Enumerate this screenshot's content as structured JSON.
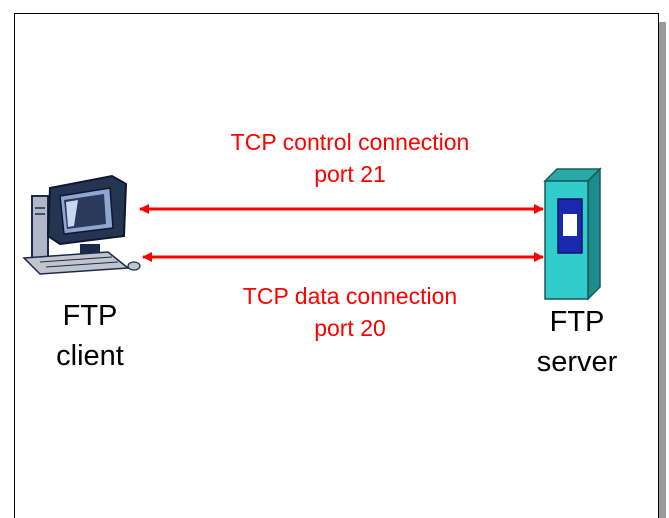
{
  "diagram": {
    "control_connection": {
      "line1": "TCP control connection",
      "line2": "port 21"
    },
    "data_connection": {
      "line1": "TCP data connection",
      "line2": "port 20"
    },
    "client": {
      "line1": "FTP",
      "line2": "client",
      "icon": "desktop-computer-icon"
    },
    "server": {
      "line1": "FTP",
      "line2": "server",
      "icon": "server-tower-icon"
    },
    "colors": {
      "arrow": "#ff0000",
      "label_red": "#ff0000",
      "label_black": "#000000",
      "server_body": "#33cccc",
      "monitor_body": "#1a2a4a"
    }
  }
}
